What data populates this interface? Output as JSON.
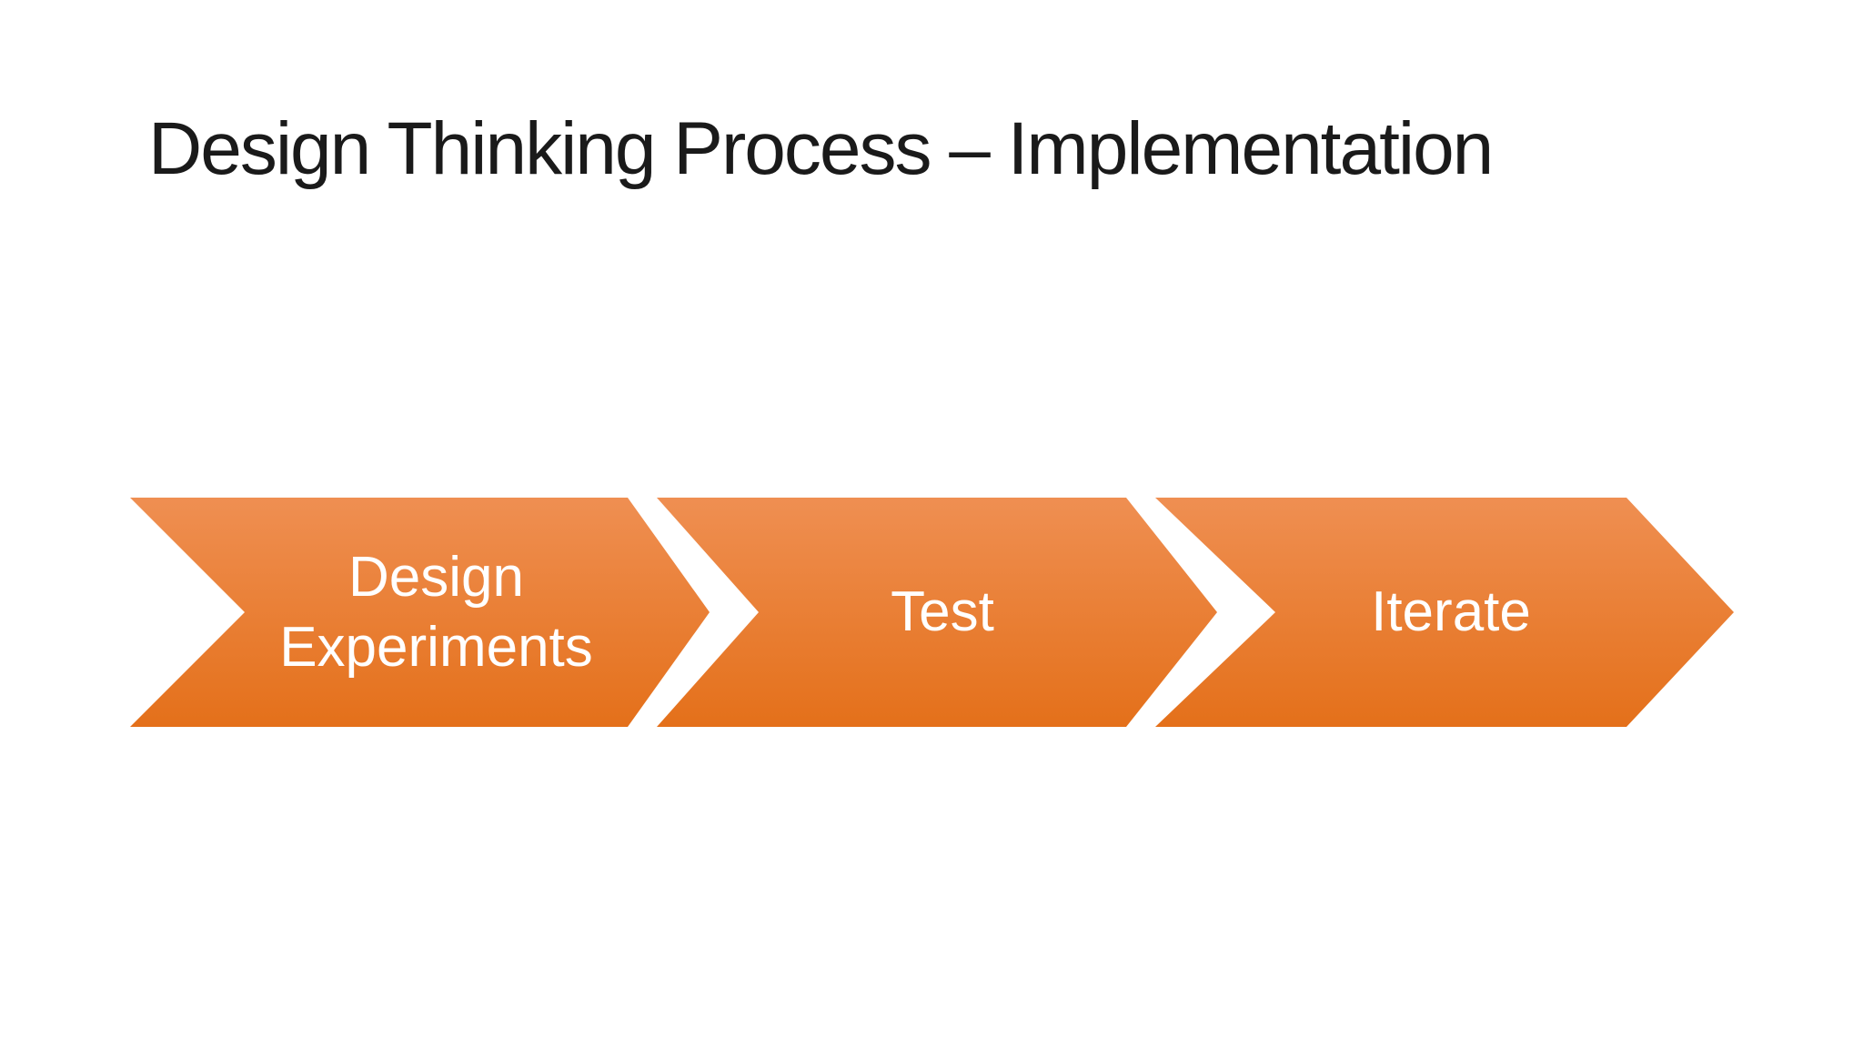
{
  "slide": {
    "title": "Design Thinking Process – Implementation"
  },
  "diagram": {
    "type": "chevron-process-flow",
    "steps": [
      {
        "label": "Design Experiments"
      },
      {
        "label": "Test"
      },
      {
        "label": "Iterate"
      }
    ],
    "colors": {
      "chevron_gradient_top": "#EF8F52",
      "chevron_gradient_bottom": "#E4701A",
      "step_text": "#FFFFFF",
      "title_text": "#1A1A1A",
      "background": "#FFFFFF"
    }
  }
}
